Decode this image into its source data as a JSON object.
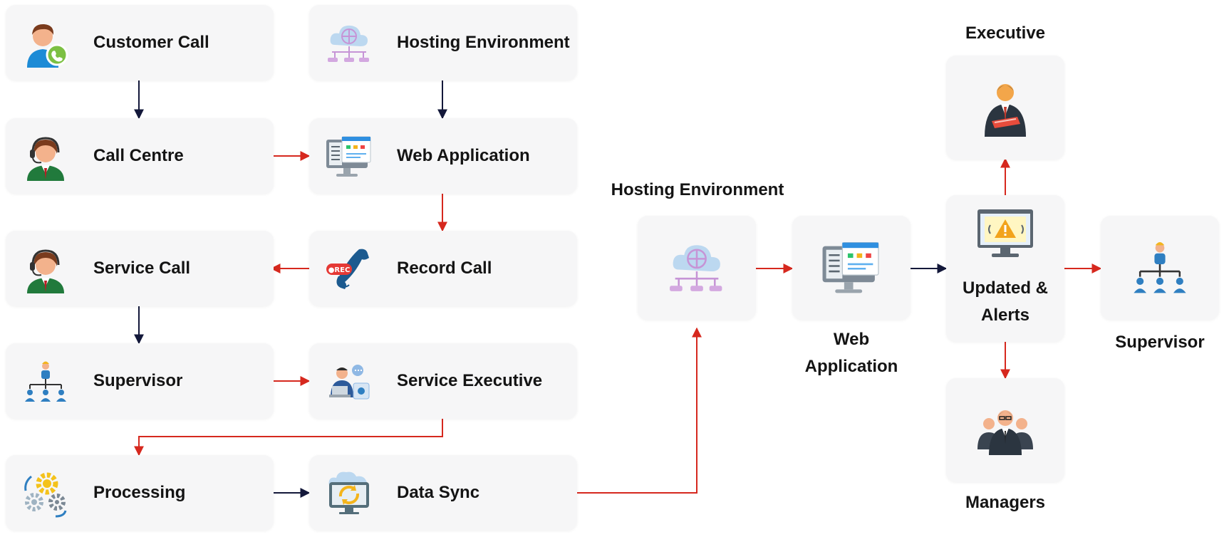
{
  "left_flow": {
    "customer_call": "Customer Call",
    "hosting_environment": "Hosting Environment",
    "call_centre": "Call Centre",
    "web_application": "Web Application",
    "service_call": "Service Call",
    "record_call": "Record Call",
    "supervisor": "Supervisor",
    "service_executive": "Service Executive",
    "processing": "Processing",
    "data_sync": "Data Sync",
    "rec_badge": "●REC"
  },
  "right_flow": {
    "hosting_environment": "Hosting Environment",
    "web_application_line1": "Web",
    "web_application_line2": "Application",
    "updates_line1": "Updated &",
    "updates_line2": "Alerts",
    "executive": "Executive",
    "managers": "Managers",
    "supervisor": "Supervisor"
  },
  "colors": {
    "card_bg": "#f6f6f7",
    "arrow_red": "#d6281e",
    "arrow_navy": "#13183a"
  },
  "icons": {
    "customer_call": "customer-phone-icon",
    "hosting": "cloud-network-icon",
    "call_centre": "headset-agent-icon",
    "web_app": "web-monitor-icon",
    "service_call": "headset-agent-icon",
    "record_call": "rec-phone-icon",
    "supervisor": "org-hierarchy-icon",
    "service_executive": "executive-laptop-icon",
    "processing": "gears-icon",
    "data_sync": "sync-monitor-icon",
    "alerts": "alert-monitor-icon",
    "executive": "businessman-icon",
    "managers": "team-icon"
  }
}
